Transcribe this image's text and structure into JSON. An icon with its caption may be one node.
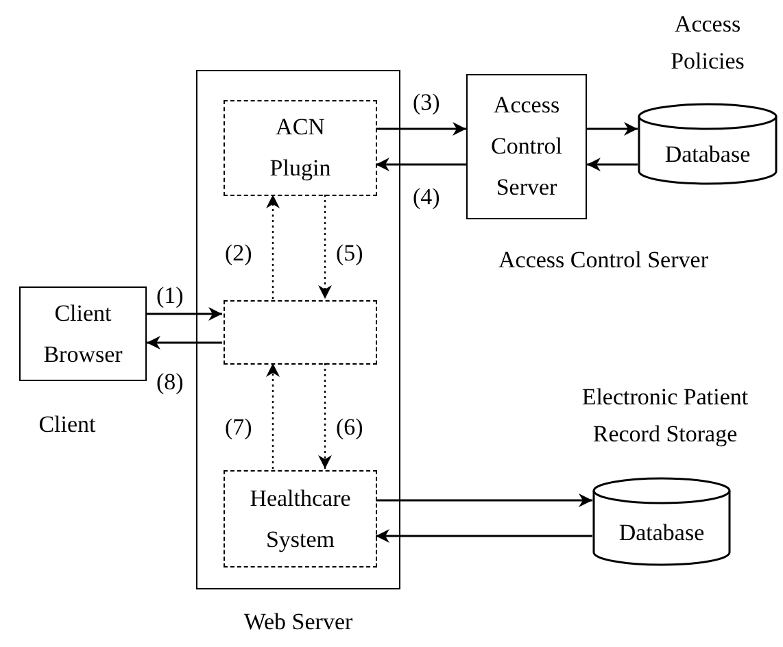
{
  "diagram": {
    "nodes": [
      {
        "text": [
          "Client Browser"
        ],
        "beside": [
          "Client"
        ]
      },
      {
        "text": [
          "Web Server"
        ]
      },
      {
        "text": [
          "ACN Plugin"
        ],
        "in": 1
      },
      {
        "text": [],
        "shape": "box",
        "in": 1
      },
      {
        "text": [
          "Healthcare System"
        ],
        "in": 1
      },
      {
        "text": [
          "Access Control Server"
        ],
        "beside": [
          "Access Control Server"
        ]
      },
      {
        "text": [
          "Database"
        ],
        "beside": [
          "Access Policies"
        ]
      },
      {
        "text": [
          "Database"
        ],
        "beside": [
          "Electronic Patient Record Storage"
        ]
      }
    ],
    "edges": [
      {
        "from": 0,
        "to": 3,
        "arrow": "to",
        "label": "(1)"
      },
      {
        "from": 3,
        "to": 0,
        "arrow": "to",
        "label": "(8)"
      },
      {
        "from": 3,
        "to": 2,
        "arrow": "to",
        "label": "(2)",
        "style": "dashed"
      },
      {
        "from": 2,
        "to": 3,
        "arrow": "to",
        "label": "(5)",
        "style": "dashed"
      },
      {
        "from": 2,
        "to": 5,
        "arrow": "to",
        "label": "(3)"
      },
      {
        "from": 5,
        "to": 2,
        "arrow": "to",
        "label": "(4)"
      },
      {
        "from": 5,
        "to": 6,
        "arrow": "to"
      },
      {
        "from": 6,
        "to": 5,
        "arrow": "to"
      },
      {
        "from": 3,
        "to": 4,
        "arrow": "to",
        "label": "(6)",
        "style": "dashed"
      },
      {
        "from": 4,
        "to": 3,
        "arrow": "to",
        "label": "(7)",
        "style": "dashed"
      },
      {
        "from": 4,
        "to": 7,
        "arrow": "to"
      },
      {
        "from": 7,
        "to": 4,
        "arrow": "to"
      }
    ]
  }
}
